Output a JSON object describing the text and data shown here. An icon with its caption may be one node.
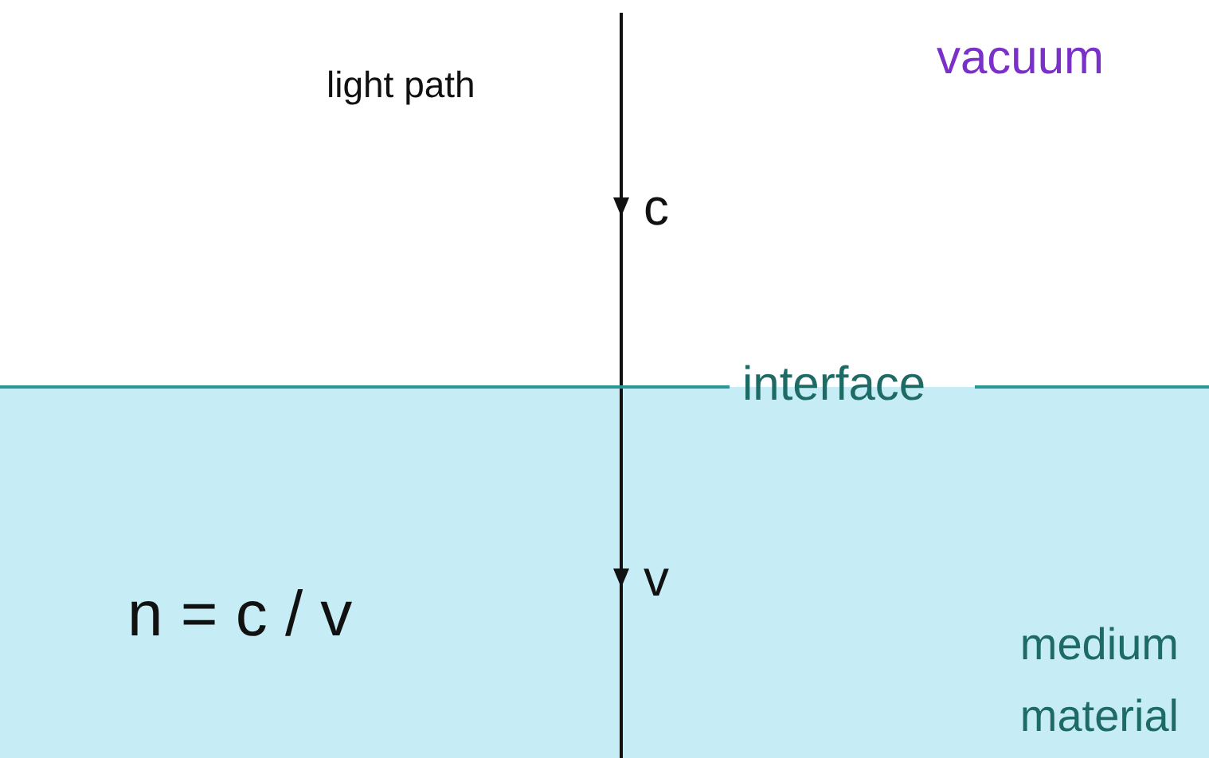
{
  "diagram": {
    "nodes": [
      {
        "text": [
          "vacuum"
        ]
      },
      {
        "text": [
          "medium material"
        ]
      }
    ],
    "labels": [
      "light path",
      "c",
      "interface",
      "n = c / v",
      "v"
    ]
  }
}
